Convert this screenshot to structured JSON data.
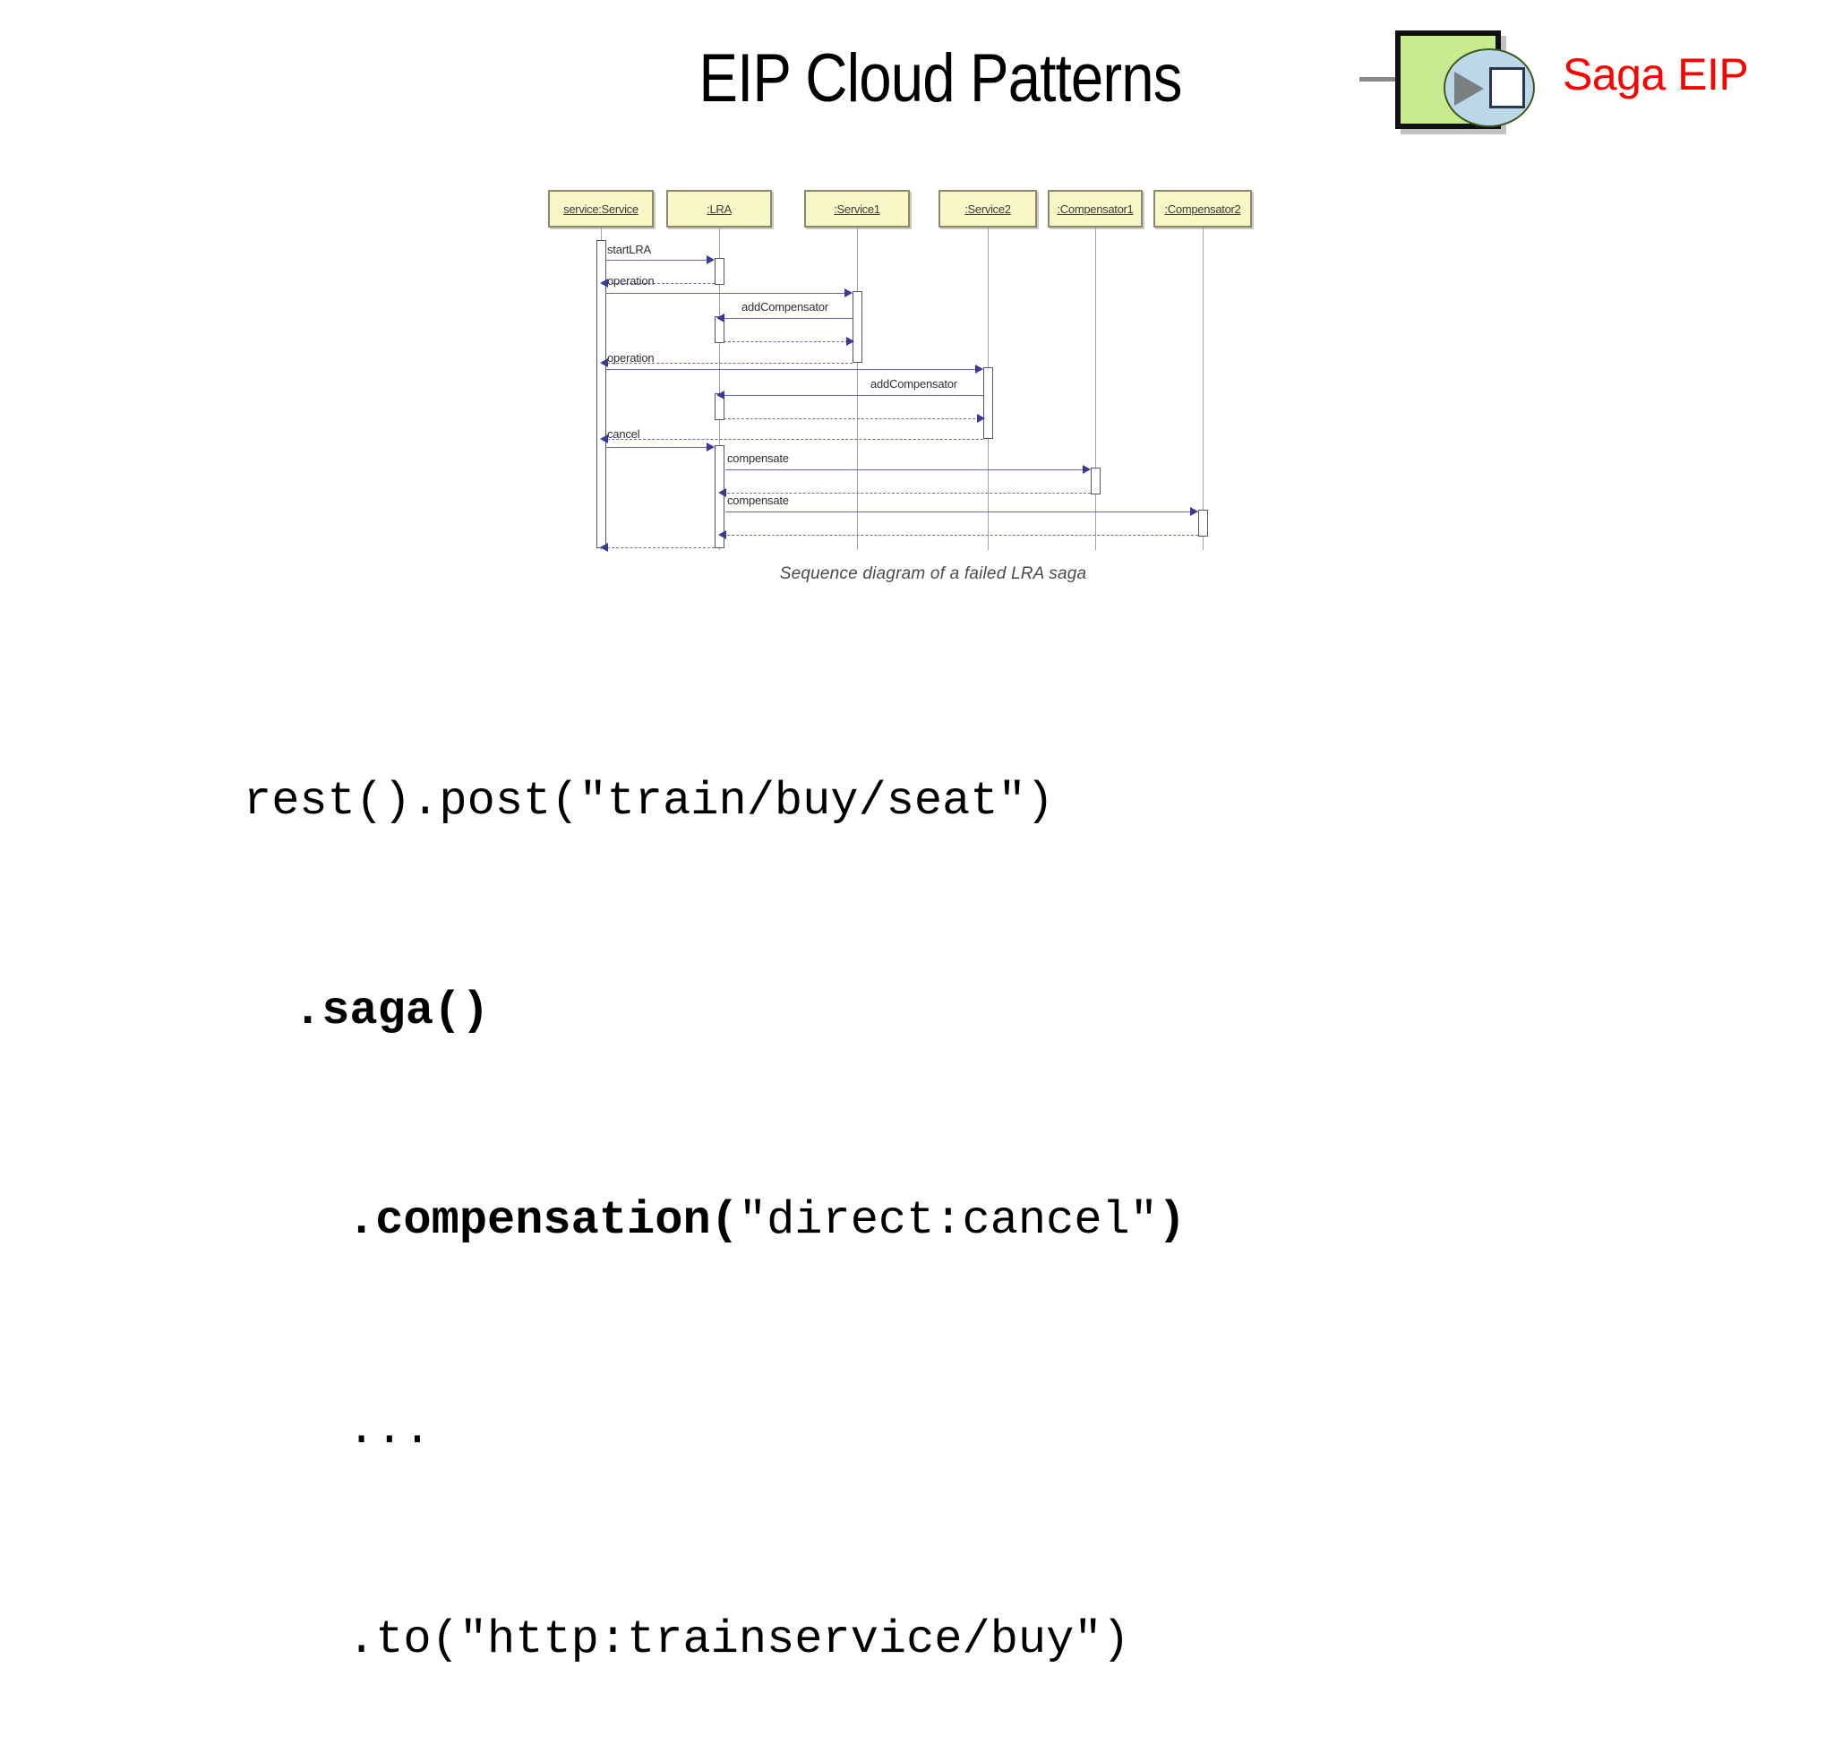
{
  "header": {
    "title": "EIP Cloud Patterns",
    "badge_label": "Saga EIP",
    "badge_color": "#ff0000",
    "icon": {
      "name": "saga-eip-icon",
      "box_fill": "#c9eb8f",
      "box_border": "#111111",
      "ellipse_fill": "#bcd7e8",
      "arrow_fill": "#7a7f80",
      "square_fill": "#ffffff"
    }
  },
  "diagram": {
    "caption": "Sequence diagram of a failed LRA saga",
    "lifelines": [
      {
        "label": "service:Service"
      },
      {
        "label": ":LRA"
      },
      {
        "label": ":Service1"
      },
      {
        "label": ":Service2"
      },
      {
        "label": ":Compensator1"
      },
      {
        "label": ":Compensator2"
      }
    ],
    "messages": [
      {
        "label": "startLRA"
      },
      {
        "label": "operation"
      },
      {
        "label": "addCompensator"
      },
      {
        "label": "operation"
      },
      {
        "label": "addCompensator"
      },
      {
        "label": "cancel"
      },
      {
        "label": "compensate"
      },
      {
        "label": "compensate"
      }
    ],
    "colors": {
      "box_fill": "#f7f7c8",
      "box_border": "#8a8a6a",
      "message_line": "#6a6ab4",
      "arrow_head": "#3a3a96"
    }
  },
  "code": {
    "line1": "rest().post(\"train/buy/seat\")",
    "line2_bold": ".saga()",
    "line3_bold_a": ".compensation(",
    "line3_plain": "\"direct:cancel\"",
    "line3_bold_b": ")",
    "line4": "...",
    "line5": ".to(\"http:trainservice/buy\")"
  }
}
